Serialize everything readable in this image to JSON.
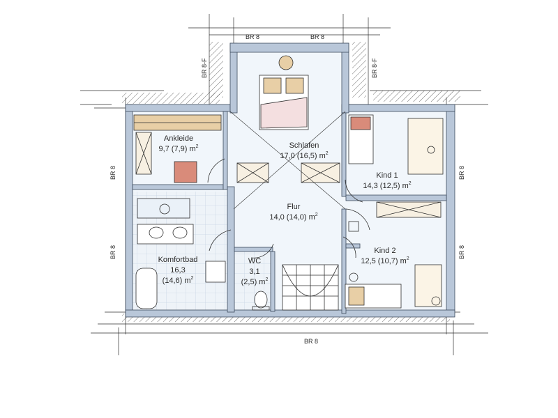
{
  "colors": {
    "wall": "#b9c7d9",
    "wall_edge": "#3c4a5c",
    "floor": "#f1f6fb",
    "tile": "#c9d6e6",
    "furniture_wood": "#e8cfa6",
    "furniture_red": "#d98b7a",
    "sketch": "#2f2f2f"
  },
  "markers": {
    "top_left": "BR 8",
    "top_right": "BR 8",
    "diag_left": "BR 8-F",
    "diag_right": "BR 8-F",
    "left_upper": "BR 8",
    "left_lower": "BR 8",
    "right_upper": "BR 8",
    "right_lower": "BR 8",
    "bottom": "BR 8"
  },
  "rooms": {
    "ankleide": {
      "name": "Ankleide",
      "area_line": "9,7 (7,9) m",
      "sup": "2"
    },
    "schlafen": {
      "name": "Schlafen",
      "area_line": "17,0 (16,5) m",
      "sup": "2"
    },
    "kind1": {
      "name": "Kind 1",
      "area_line": "14,3 (12,5) m",
      "sup": "2"
    },
    "flur": {
      "name": "Flur",
      "area_line": "14,0 (14,0) m",
      "sup": "2"
    },
    "kind2": {
      "name": "Kind 2",
      "area_line": "12,5 (10,7) m",
      "sup": "2"
    },
    "komfortbad": {
      "name": "Komfortbad",
      "line2": "16,3",
      "line3": "(14,6) m",
      "sup": "2"
    },
    "wc": {
      "name": "WC",
      "line2": "3,1",
      "line3": "(2,5) m",
      "sup": "2"
    }
  }
}
